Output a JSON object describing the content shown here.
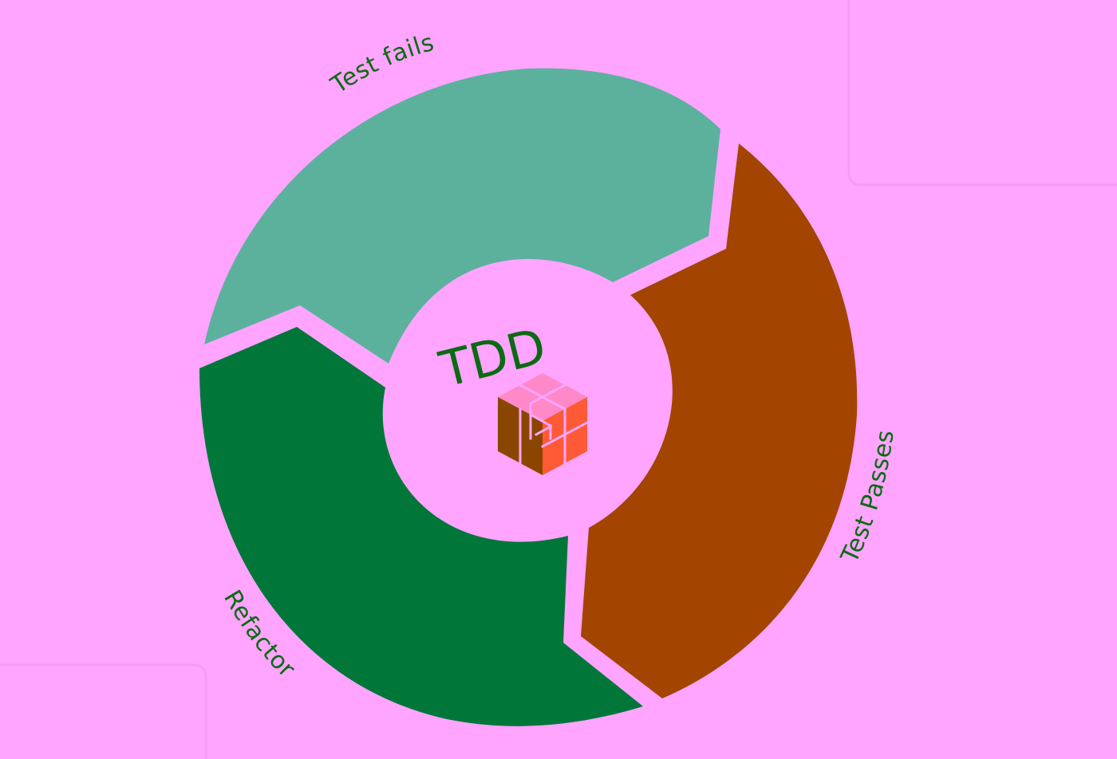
{
  "diagram": {
    "center_label": "TDD",
    "stages": [
      {
        "id": "test-fails",
        "label": "Test fails",
        "color": "#5cb19d"
      },
      {
        "id": "test-passes",
        "label": "Test Passes",
        "color": "#a34400"
      },
      {
        "id": "refactor",
        "label": "Refactor",
        "color": "#007639"
      }
    ],
    "colors": {
      "background": "#ffa4ff",
      "label_text": "#0b6a12",
      "logo_top": "#ff88c8",
      "logo_left": "#8a4600",
      "logo_right": "#ff5a36"
    },
    "logo_icon": "cube-logo-icon"
  }
}
